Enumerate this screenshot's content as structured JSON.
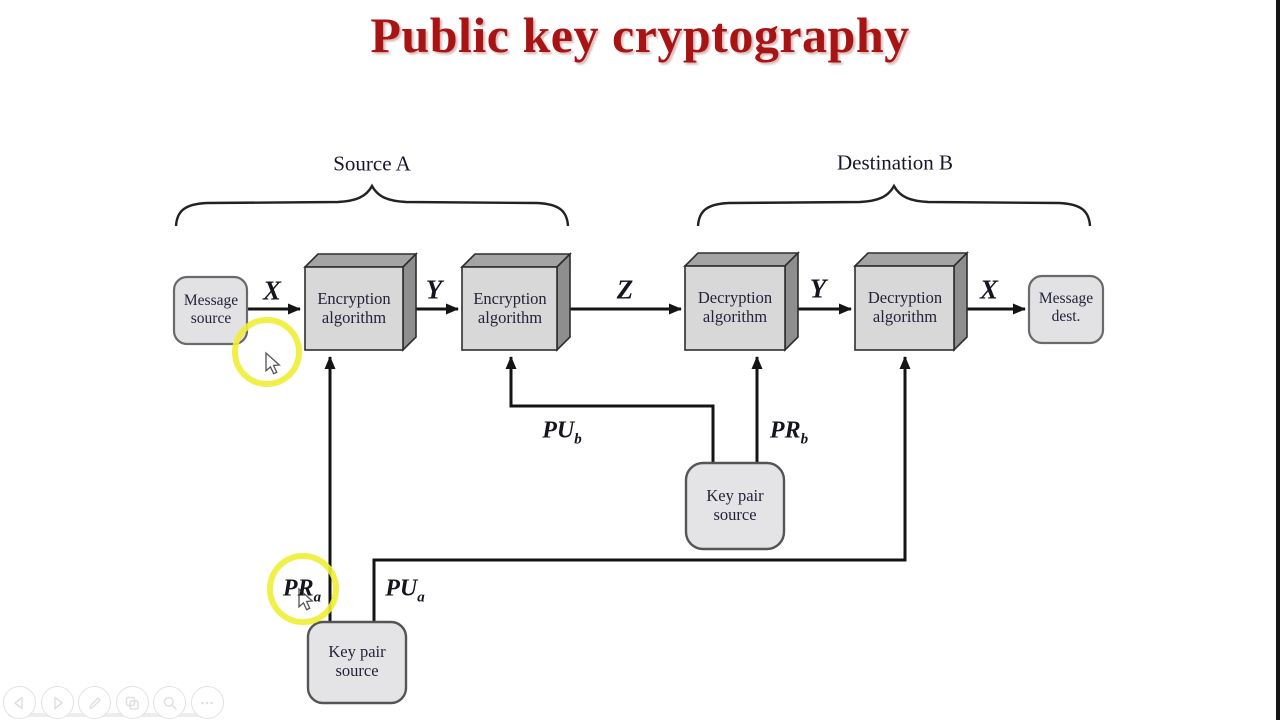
{
  "title": {
    "text": "Public key cryptography"
  },
  "groups": {
    "source": "Source A",
    "destination": "Destination B"
  },
  "nodes": {
    "message_source": {
      "line1": "Message",
      "line2": "source"
    },
    "encryption1": {
      "line1": "Encryption",
      "line2": "algorithm"
    },
    "encryption2": {
      "line1": "Encryption",
      "line2": "algorithm"
    },
    "decryption1": {
      "line1": "Decryption",
      "line2": "algorithm"
    },
    "decryption2": {
      "line1": "Decryption",
      "line2": "algorithm"
    },
    "message_dest": {
      "line1": "Message",
      "line2": "dest."
    },
    "keypair_b": {
      "line1": "Key pair",
      "line2": "source"
    },
    "keypair_a": {
      "line1": "Key pair",
      "line2": "source"
    }
  },
  "edge_labels": {
    "x1": "X",
    "y1": "Y",
    "z": "Z",
    "y2": "Y",
    "x2": "X"
  },
  "key_labels": {
    "pu_b": {
      "main": "PU",
      "sub": "b"
    },
    "pr_b": {
      "main": "PR",
      "sub": "b"
    },
    "pr_a": {
      "main": "PR",
      "sub": "a"
    },
    "pu_a": {
      "main": "PU",
      "sub": "a"
    }
  },
  "colors": {
    "title_red": "#a81414",
    "box_front": "#d8d8d8",
    "box_top": "#a4a4a4",
    "box_side": "#8e8e8e",
    "rounded_fill": "#e2e2e4",
    "line": "#141414",
    "highlight_yellow": "#f0ee35",
    "toolbar_gray": "#dfdfdf"
  },
  "toolbar": {
    "icons": [
      "previous-slide",
      "next-slide",
      "pencil",
      "slides-overview",
      "magnifier",
      "more-options"
    ]
  }
}
